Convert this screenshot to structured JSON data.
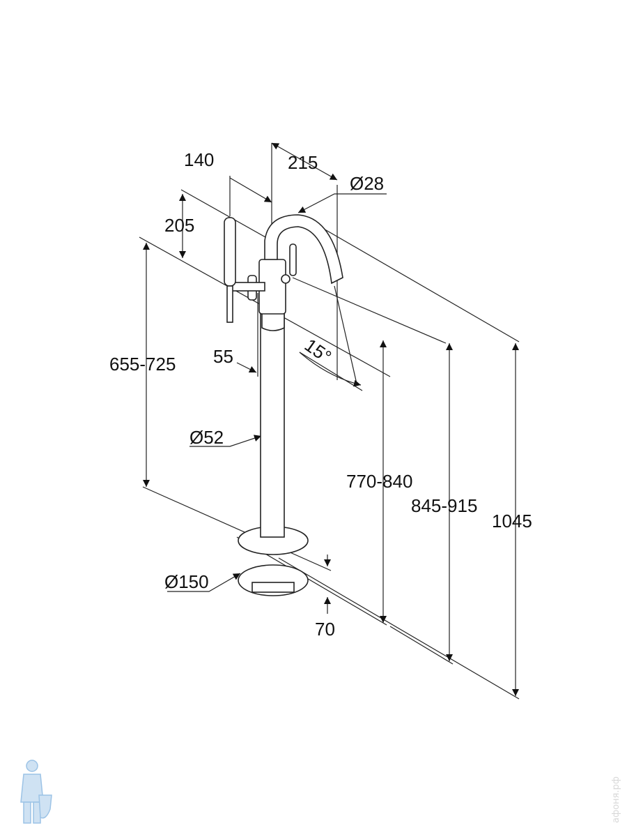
{
  "dimensions": {
    "handshower_offset": "140",
    "spout_reach": "215",
    "spout_diameter": "Ø28",
    "handshower_height": "205",
    "handshower_holder_height": "655-725",
    "lever_offset": "55",
    "spout_angle": "15°",
    "column_diameter": "Ø52",
    "spout_outlet_height": "770-840",
    "spout_top_height": "845-915",
    "total_height": "1045",
    "base_diameter": "Ø150",
    "floor_depth": "70"
  },
  "watermark": "афоня.рф",
  "colors": {
    "line": "#222222",
    "logo": "#9cc3e6",
    "watermark": "#d8d8d8"
  }
}
